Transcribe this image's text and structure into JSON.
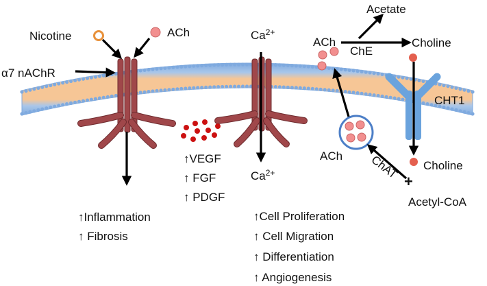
{
  "labels": {
    "nicotine": "Nicotine",
    "ach_top": "ACh",
    "receptor": "α7 nAChR",
    "ca_top_base": "Ca",
    "ca_top_sup": "2+",
    "ca_bottom_base": "Ca",
    "ca_bottom_sup": "2+",
    "acetate": "Acetate",
    "ach_right_top": "ACh",
    "che": "ChE",
    "choline_top": "Choline",
    "cht1": "CHT1",
    "ach_vesicle": "ACh",
    "chat": "ChAT",
    "choline_bottom": "Choline",
    "plus": "+",
    "acetyl_coa": "Acetyl-CoA"
  },
  "growth_factors": [
    "↑VEGF",
    "↑ FGF",
    "↑ PDGF"
  ],
  "outcomes_left": [
    "↑Inflammation",
    "↑ Fibrosis"
  ],
  "outcomes_center": [
    "↑Cell Proliferation",
    "↑ Cell Migration",
    "↑ Differentiation",
    "↑ Angiogenesis"
  ],
  "colors": {
    "receptor": "#a0474a",
    "receptor_stroke": "#6e2b2e",
    "lipid_head": "#7faadf",
    "lipid_tail": "#f0a45e",
    "cht1": "#6aa3dd",
    "ach_dot": "#f28f8f",
    "choline_dot": "#e4604f",
    "growth_dot": "#cc1111",
    "nicotine_ring": "#e8913b",
    "vesicle_stroke": "#4d7fc7",
    "arrow": "#000000"
  },
  "icons": {
    "nicotine": "nicotine-molecule-icon",
    "ach": "acetylcholine-molecule-icon",
    "receptor": "nicotinic-receptor-icon",
    "transporter": "cht1-transporter-icon",
    "vesicle": "ach-vesicle-icon",
    "growth_factor": "growth-factor-dots-icon"
  }
}
